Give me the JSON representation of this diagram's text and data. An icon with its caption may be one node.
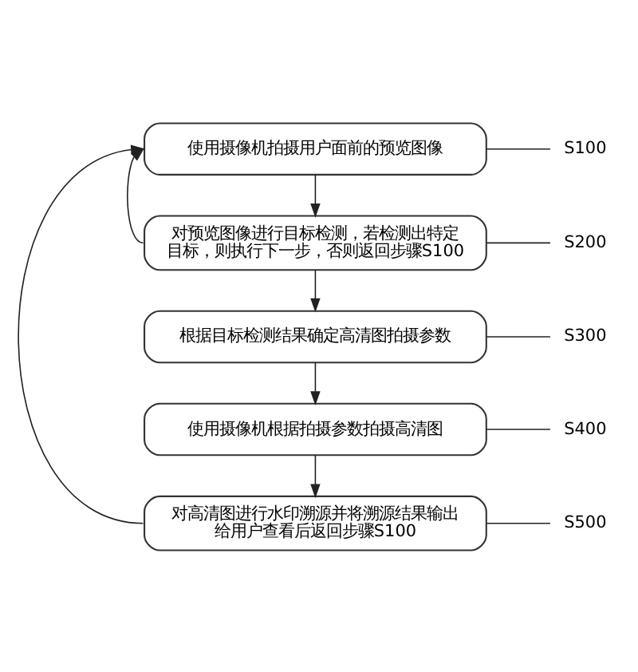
{
  "diagram": {
    "nodes": [
      {
        "text": [
          "使用摄像机拍摄用户面前的预览图像"
        ]
      },
      {
        "text": [
          "对预览图像进行目标检测，若检测出特定目标，则执行下一步，否则返回步骤S100"
        ]
      },
      {
        "text": [
          "根据目标检测结果确定高清图拍摄参数"
        ]
      },
      {
        "text": [
          "使用摄像机根据拍摄参数拍摄高清图"
        ]
      },
      {
        "text": [
          "对高清图进行水印溯源并将溯源结果输出给用户查看后返回步骤S100"
        ]
      },
      {
        "text": [
          "S100"
        ]
      },
      {
        "text": [
          "S200"
        ]
      },
      {
        "text": [
          "S300"
        ]
      },
      {
        "text": [
          "S400"
        ]
      },
      {
        "text": [
          "S500"
        ]
      }
    ],
    "edges": [
      {
        "from": 0,
        "to": 1,
        "arrow": "to"
      },
      {
        "from": 1,
        "to": 2,
        "arrow": "to"
      },
      {
        "from": 2,
        "to": 3,
        "arrow": "to"
      },
      {
        "from": 3,
        "to": 4,
        "arrow": "to"
      },
      {
        "from": 4,
        "to": 0,
        "arrow": "to"
      },
      {
        "from": 1,
        "to": 0,
        "arrow": "to"
      },
      {
        "from": 0,
        "to": 5,
        "arrow": "none"
      },
      {
        "from": 1,
        "to": 6,
        "arrow": "none"
      },
      {
        "from": 2,
        "to": 7,
        "arrow": "none"
      },
      {
        "from": 3,
        "to": 8,
        "arrow": "none"
      },
      {
        "from": 4,
        "to": 9,
        "arrow": "none"
      }
    ]
  }
}
